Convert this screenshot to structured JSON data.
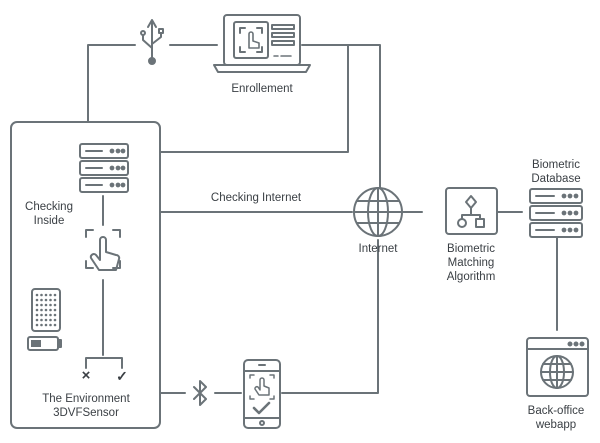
{
  "nodes": {
    "enrollment": "Enrollement",
    "checking_inside": [
      "Checking",
      "Inside"
    ],
    "checking_internet": "Checking Internet",
    "internet": "Internet",
    "matching": [
      "Biometric",
      "Matching",
      "Algorithm"
    ],
    "database": [
      "Biometric",
      "Database"
    ],
    "environment": [
      "The Environment",
      "3DVFSensor"
    ],
    "backoffice": [
      "Back-office",
      "webapp"
    ]
  },
  "marks": {
    "cross": "×",
    "check": "✓"
  },
  "colors": {
    "stroke": "#6b7378",
    "text": "#3a3f44",
    "background": "#ffffff"
  },
  "icons": [
    "usb-icon",
    "laptop-icon",
    "server-icon",
    "fingerprint-scan-icon",
    "globe-icon",
    "flowchart-icon",
    "database-icon",
    "keypad-icon",
    "battery-icon",
    "bluetooth-icon",
    "smartphone-icon",
    "browser-globe-icon"
  ]
}
